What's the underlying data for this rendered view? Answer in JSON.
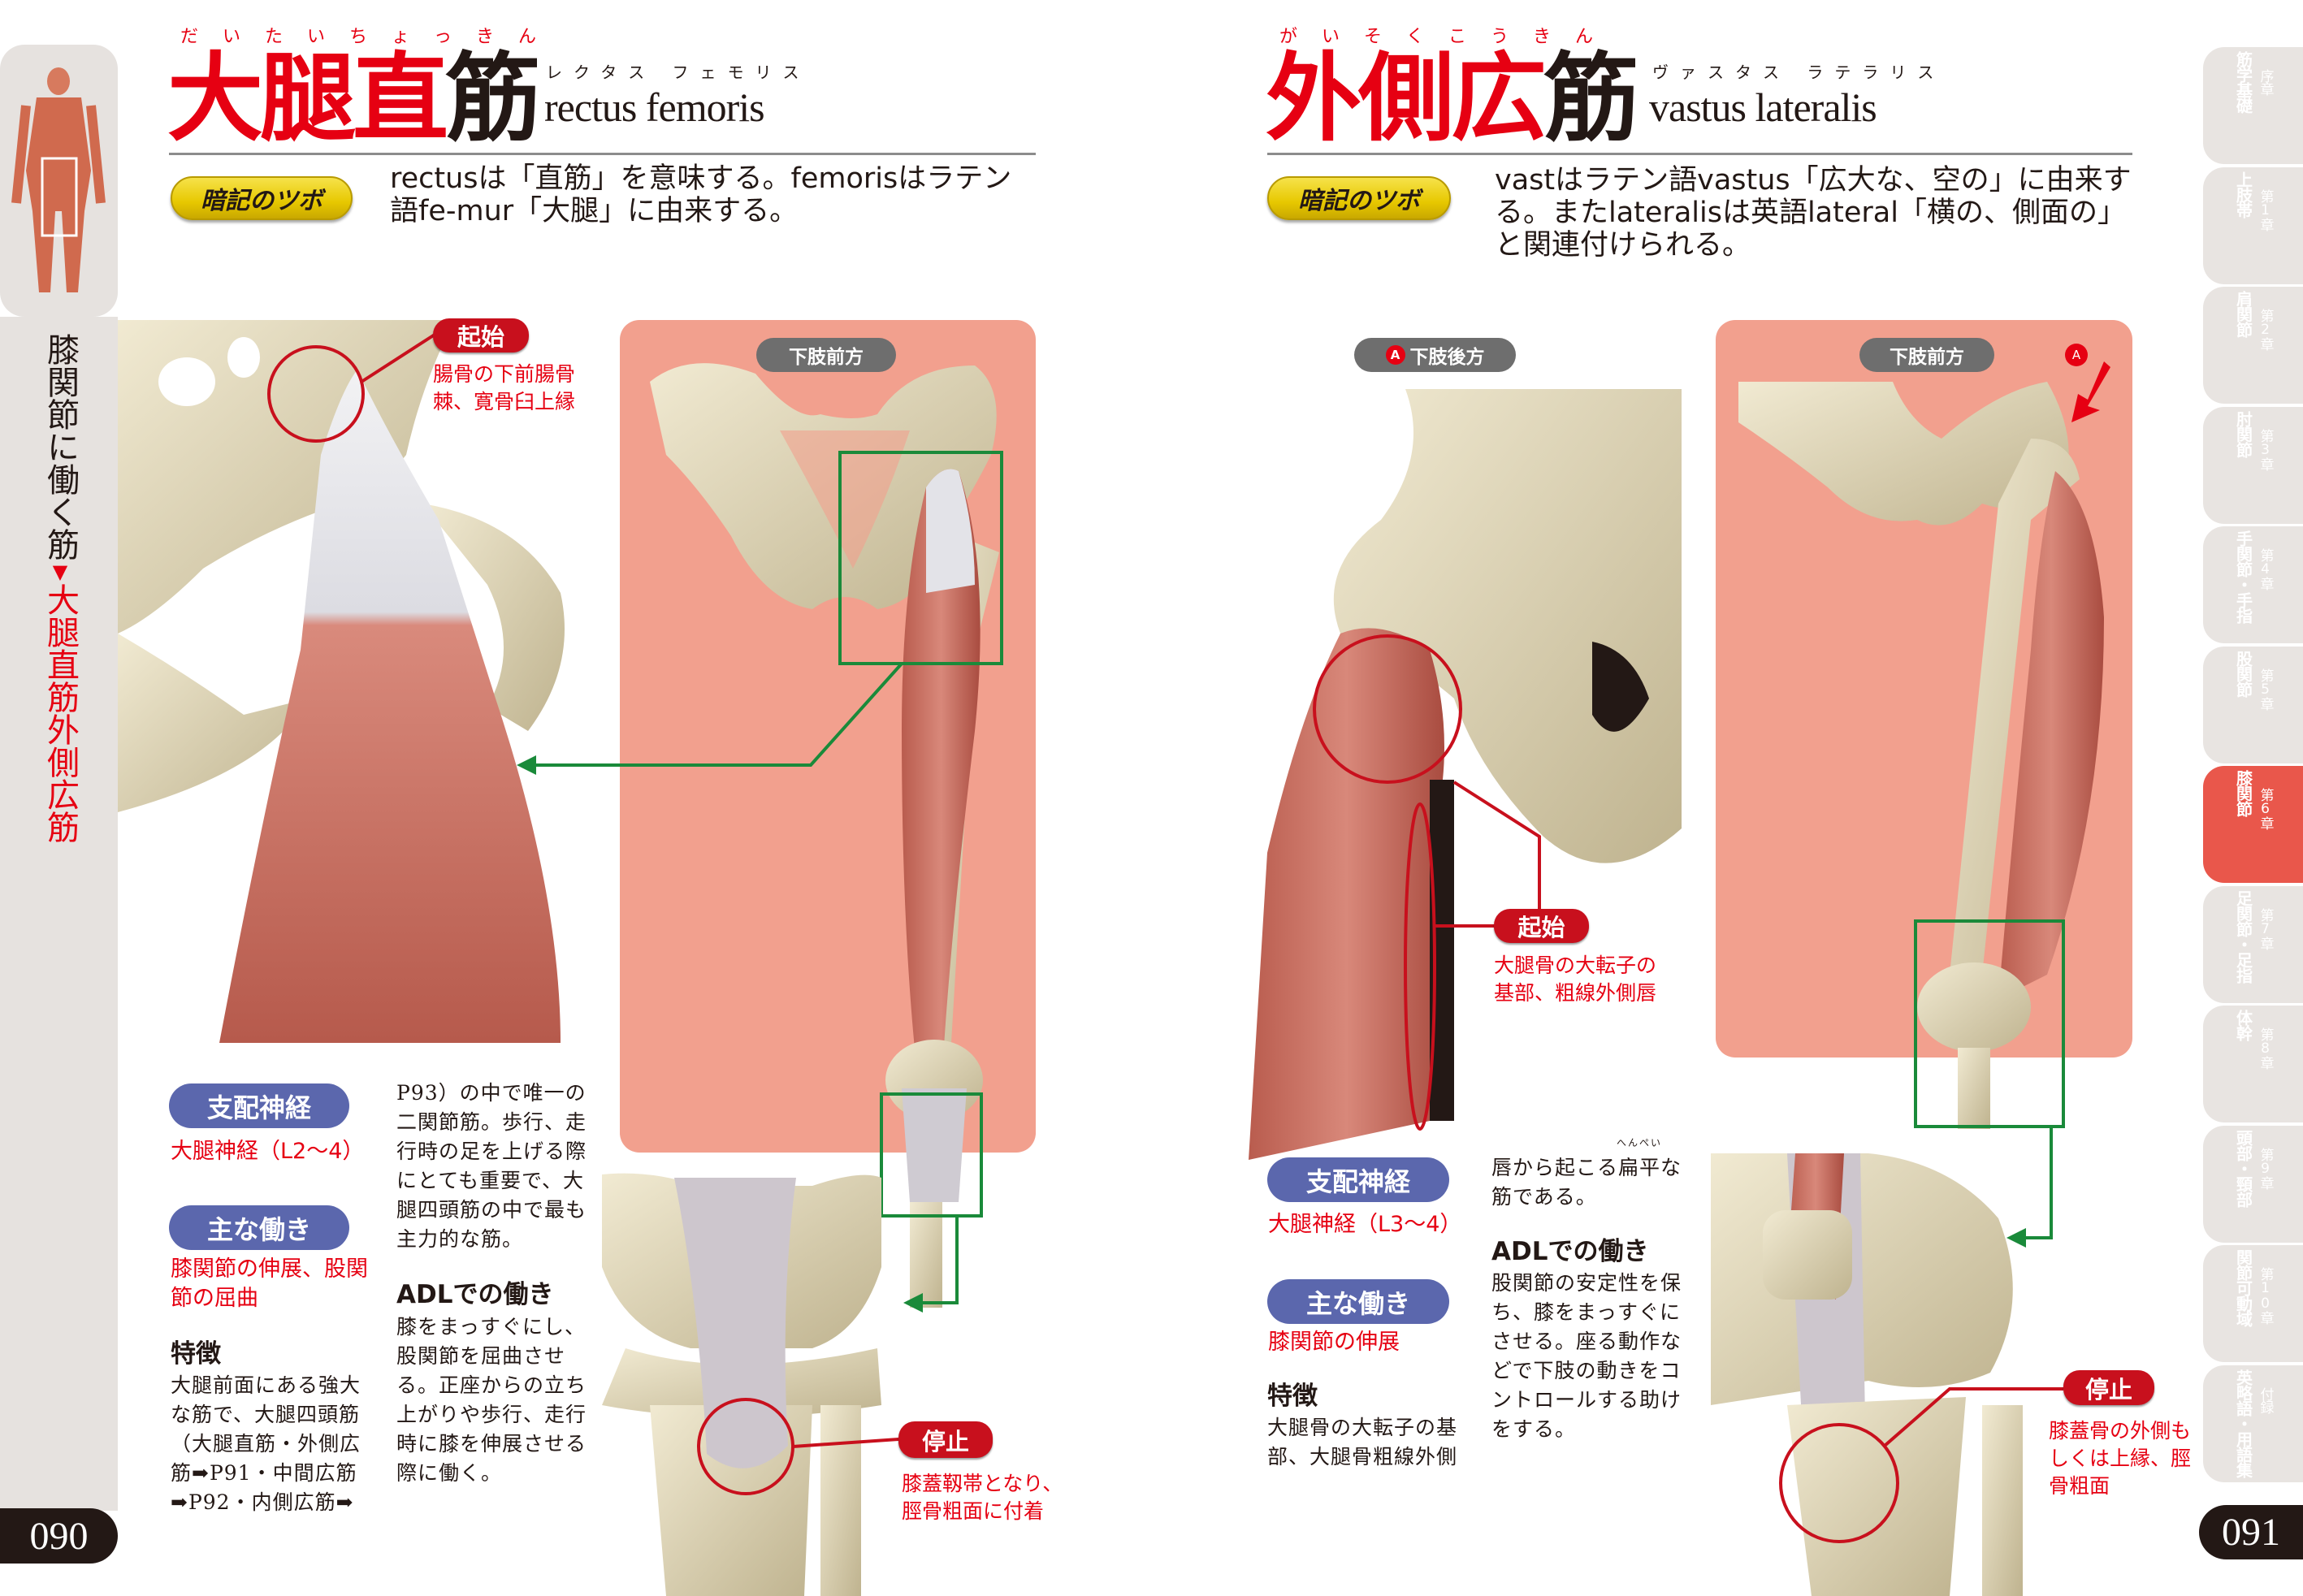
{
  "left_page": {
    "page_number": "090",
    "side_index": {
      "section": "膝関節に働く筋",
      "arrow": "▼",
      "muscles": [
        "大腿直筋",
        "外側広筋"
      ]
    },
    "title": {
      "ruby": "だいたいちょっきん",
      "jp_red": "大腿直",
      "jp_black": "筋",
      "kana": "レクタス フェモリス",
      "latin": "rectus femoris"
    },
    "tip": {
      "badge": "暗記のツボ",
      "text": "rectusは「直筋」を意味する。femorisはラテン語fe-mur「大腿」に由来する。"
    },
    "origin": {
      "label": "起始",
      "text": "腸骨の下前腸骨棘、寛骨臼上縁"
    },
    "insertion": {
      "label": "停止",
      "text": "膝蓋靱帯となり、脛骨粗面に付着"
    },
    "view_label": "下肢前方",
    "nerve": {
      "heading": "支配神経",
      "value": "大腿神経（L2～4）"
    },
    "action": {
      "heading": "主な働き",
      "value": "膝関節の伸展、股関節の屈曲"
    },
    "features": {
      "heading": "特徴",
      "lines": [
        "大腿前面にある強大",
        "な筋で、大腿四頭筋",
        "（大腿直筋・外側広",
        "筋➡P91・中間広筋",
        "➡P92・内側広筋➡"
      ]
    },
    "features_cont": {
      "lines": [
        "P93）の中で唯一の",
        "二関節筋。歩行、走",
        "行時の足を上げる際",
        "にとても重要で、大",
        "腿四頭筋の中で最も",
        "主力的な筋。"
      ]
    },
    "adl": {
      "heading": "ADLでの働き",
      "lines": [
        "膝をまっすぐにし、",
        "股関節を屈曲させ",
        "る。正座からの立ち",
        "上がりや歩行、走行",
        "時に膝を伸展させる",
        "際に働く。"
      ]
    }
  },
  "right_page": {
    "page_number": "091",
    "title": {
      "ruby": "がいそくこうきん",
      "jp_red": "外側広",
      "jp_black": "筋",
      "kana": "ヴァスタス ラテラリス",
      "latin": "vastus lateralis"
    },
    "tip": {
      "badge": "暗記のツボ",
      "text": "vastはラテン語vastus「広大な、空の」に由来する。またlateralisは英語lateral「横の、側面の」と関連付けられる。"
    },
    "origin": {
      "label": "起始",
      "text": "大腿骨の大転子の基部、粗線外側唇"
    },
    "insertion": {
      "label": "停止",
      "text": "膝蓋骨の外側もしくは上縁、脛骨粗面"
    },
    "view_label_back": "下肢後方",
    "view_label_front": "下肢前方",
    "marker": "A",
    "nerve": {
      "heading": "支配神経",
      "value": "大腿神経（L3～4）"
    },
    "action": {
      "heading": "主な働き",
      "value": "膝関節の伸展"
    },
    "features": {
      "heading": "特徴",
      "lines": [
        "大腿骨の大転子の基",
        "部、大腿骨粗線外側"
      ]
    },
    "features_cont": {
      "lines": [
        "唇から起こる扁平な",
        "筋である。"
      ],
      "ruby": "へんぺい"
    },
    "adl": {
      "heading": "ADLでの働き",
      "lines": [
        "股関節の安定性を保",
        "ち、膝をまっすぐに",
        "させる。座る動作な",
        "どで下肢の動きをコ",
        "ントロールする助け",
        "をする。"
      ]
    }
  },
  "chapter_tabs": [
    {
      "chapter": "序章",
      "name": "筋学基礎",
      "active": false
    },
    {
      "chapter": "第1章",
      "name": "上肢帯",
      "active": false
    },
    {
      "chapter": "第2章",
      "name": "肩関節",
      "active": false
    },
    {
      "chapter": "第3章",
      "name": "肘関節",
      "active": false
    },
    {
      "chapter": "第4章",
      "name": "手関節・手指",
      "active": false
    },
    {
      "chapter": "第5章",
      "name": "股関節",
      "active": false
    },
    {
      "chapter": "第6章",
      "name": "膝関節",
      "active": true
    },
    {
      "chapter": "第7章",
      "name": "足関節・足指",
      "active": false
    },
    {
      "chapter": "第8章",
      "name": "体幹",
      "active": false
    },
    {
      "chapter": "第9章",
      "name": "頭部・頸部",
      "active": false
    },
    {
      "chapter": "第10章",
      "name": "関節可動域",
      "active": false
    },
    {
      "chapter": "付録",
      "name": "英略語・用語集",
      "active": false
    }
  ],
  "colors": {
    "accent_red": "#e60012",
    "pill_blue": "#5b67ad",
    "panel_salmon": "#f2a08e",
    "tab_active": "#e9574b",
    "tab_grey": "#e8e4e1",
    "guide_green": "#1a8a3a"
  }
}
